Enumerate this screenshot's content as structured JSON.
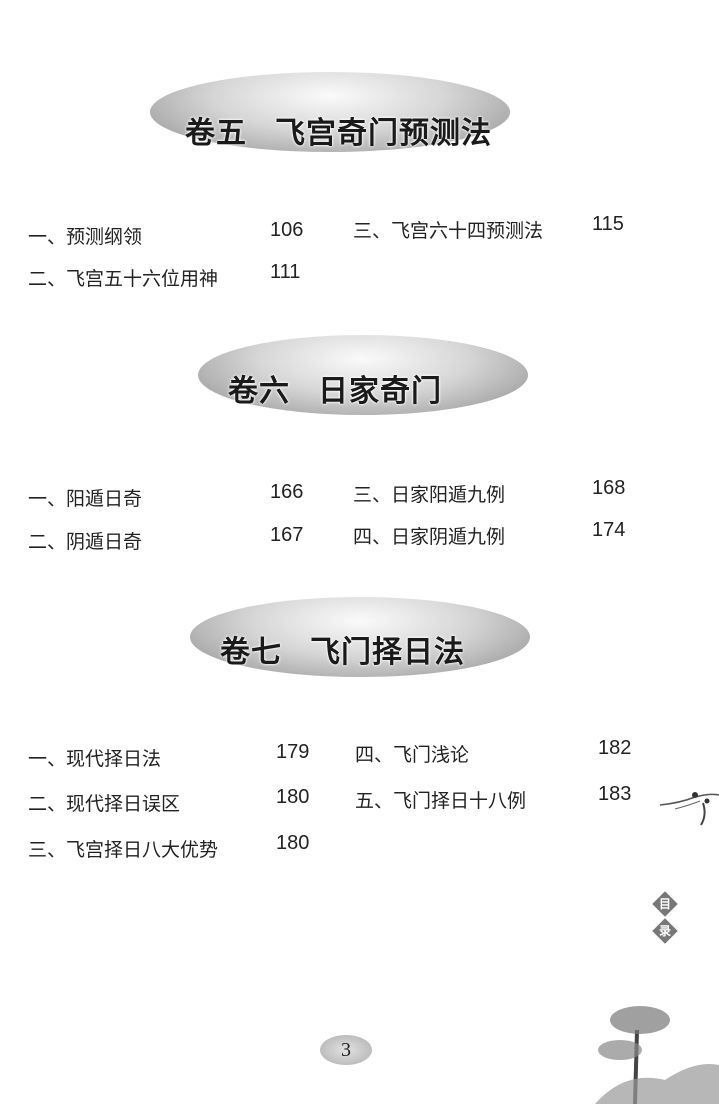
{
  "sections": [
    {
      "volume": "卷五",
      "title": "飞宫奇门预测法",
      "items": [
        {
          "label": "一、预测纲领",
          "page": "106"
        },
        {
          "label": "二、飞宫五十六位用神",
          "page": "111"
        },
        {
          "label": "三、飞宫六十四预测法",
          "page": "115"
        }
      ]
    },
    {
      "volume": "卷六",
      "title": "日家奇门",
      "items": [
        {
          "label": "一、阳遁日奇",
          "page": "166"
        },
        {
          "label": "二、阴遁日奇",
          "page": "167"
        },
        {
          "label": "三、日家阳遁九例",
          "page": "168"
        },
        {
          "label": "四、日家阴遁九例",
          "page": "174"
        }
      ]
    },
    {
      "volume": "卷七",
      "title": "飞门择日法",
      "items": [
        {
          "label": "一、现代择日法",
          "page": "179"
        },
        {
          "label": "二、现代择日误区",
          "page": "180"
        },
        {
          "label": "三、飞宫择日八大优势",
          "page": "180"
        },
        {
          "label": "四、飞门浅论",
          "page": "182"
        },
        {
          "label": "五、飞门择日十八例",
          "page": "183"
        }
      ]
    }
  ],
  "side_label": [
    "目",
    "录"
  ],
  "page_number": "3"
}
